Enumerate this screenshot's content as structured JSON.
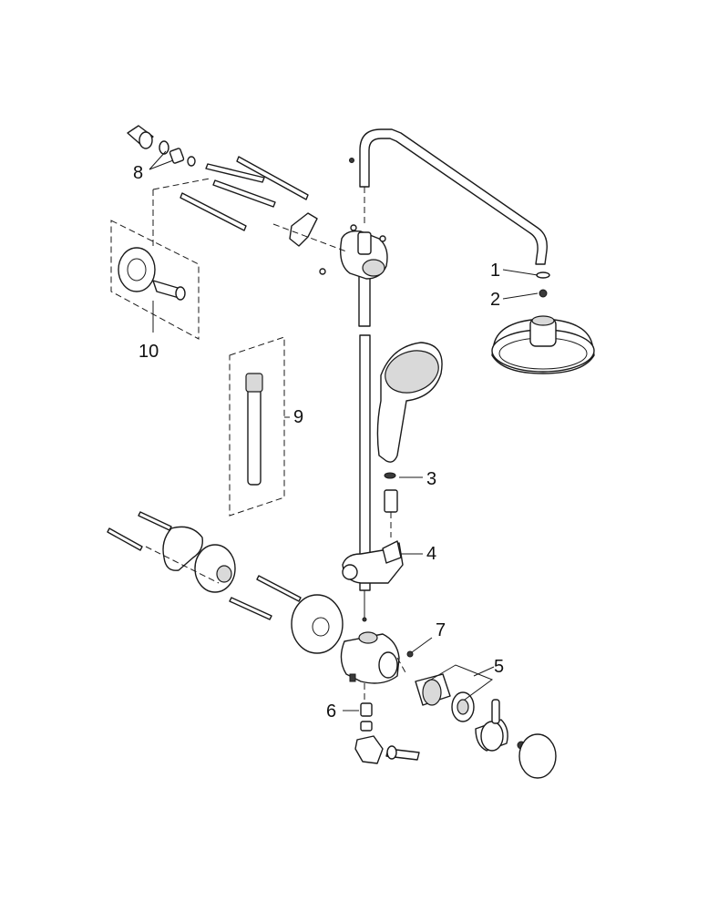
{
  "diagram": {
    "type": "exploded parts diagram",
    "callouts": [
      {
        "id": "1",
        "label": "1"
      },
      {
        "id": "2",
        "label": "2"
      },
      {
        "id": "3",
        "label": "3"
      },
      {
        "id": "4",
        "label": "4"
      },
      {
        "id": "5",
        "label": "5"
      },
      {
        "id": "6",
        "label": "6"
      },
      {
        "id": "7",
        "label": "7"
      },
      {
        "id": "8",
        "label": "8"
      },
      {
        "id": "9",
        "label": "9"
      },
      {
        "id": "10",
        "label": "10"
      }
    ]
  },
  "colors": {
    "line": "#1a1a1a",
    "background": "#ffffff",
    "shading": "#d9d9d9"
  }
}
